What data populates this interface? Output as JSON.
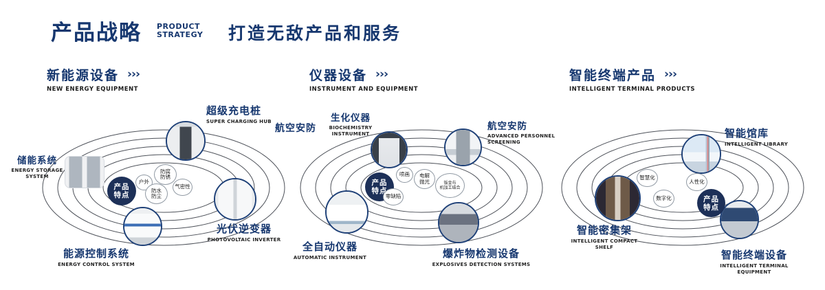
{
  "ui": {
    "chevrons": "›››"
  },
  "colors": {
    "navy": "#16376f",
    "badge_bg": "#1d3058"
  },
  "header": {
    "title_cn": "产品战略",
    "title_en_line1": "PRODUCT",
    "title_en_line2": "STRATEGY",
    "subtitle": "打造无敌产品和服务"
  },
  "sections": [
    {
      "title_cn": "新能源设备",
      "title_en": "NEW ENERGY EQUIPMENT",
      "badge": {
        "line1": "产品",
        "line2": "特点"
      },
      "features": [
        {
          "text": "户外"
        },
        {
          "line1": "防腐",
          "line2": "防锈"
        },
        {
          "text": "气密性"
        },
        {
          "line1": "防水",
          "line2": "防尘"
        }
      ],
      "products": [
        {
          "name_cn": "储能系统",
          "name_en": "ENERGY STORAGE SYSTEM"
        },
        {
          "name_cn": "超级充电桩",
          "name_en": "SUPER CHARGING HUB"
        },
        {
          "name_cn": "光伏逆变器",
          "name_en": "PHOTOVOLTAIC INVERTER"
        },
        {
          "name_cn": "能源控制系统",
          "name_en": "ENERGY CONTROL SYSTEM"
        }
      ]
    },
    {
      "title_cn": "仪器设备",
      "title_en": "INSTRUMENT AND EQUIPMENT",
      "badge": {
        "line1": "产品",
        "line2": "特点"
      },
      "extra_label": "航空安防",
      "features": [
        {
          "text": "喷画"
        },
        {
          "line1": "电解",
          "line2": "抛光"
        },
        {
          "text": "零缺陷"
        },
        {
          "line1": "钣金与",
          "line2": "机加工结合"
        }
      ],
      "products": [
        {
          "name_cn": "生化仪器",
          "name_en": "BIOCHEMISTRY INSTRUMENT"
        },
        {
          "name_cn": "航空安防",
          "name_en": "ADVANCED PERSONNEL SCREENING"
        },
        {
          "name_cn": "全自动仪器",
          "name_en": "AUTOMATIC INSTRUMENT"
        },
        {
          "name_cn": "爆炸物检测设备",
          "name_en": "EXPLOSIVES DETECTION SYSTEMS"
        }
      ]
    },
    {
      "title_cn": "智能终端产品",
      "title_en": "INTELLIGENT TERMINAL PRODUCTS",
      "badge": {
        "line1": "产品",
        "line2": "特点"
      },
      "features": [
        {
          "text": "智慧化"
        },
        {
          "text": "人性化"
        },
        {
          "text": "数字化"
        }
      ],
      "products": [
        {
          "name_cn": "智能馆库",
          "name_en": "INTELLIGENT LIBRARY"
        },
        {
          "name_cn": "智能密集架",
          "name_en": "INTELLIGENT COMPACT SHELF"
        },
        {
          "name_cn": "智能终端设备",
          "name_en": "INTELLIGENT TERMINAL EQUIPMENT"
        }
      ]
    }
  ]
}
